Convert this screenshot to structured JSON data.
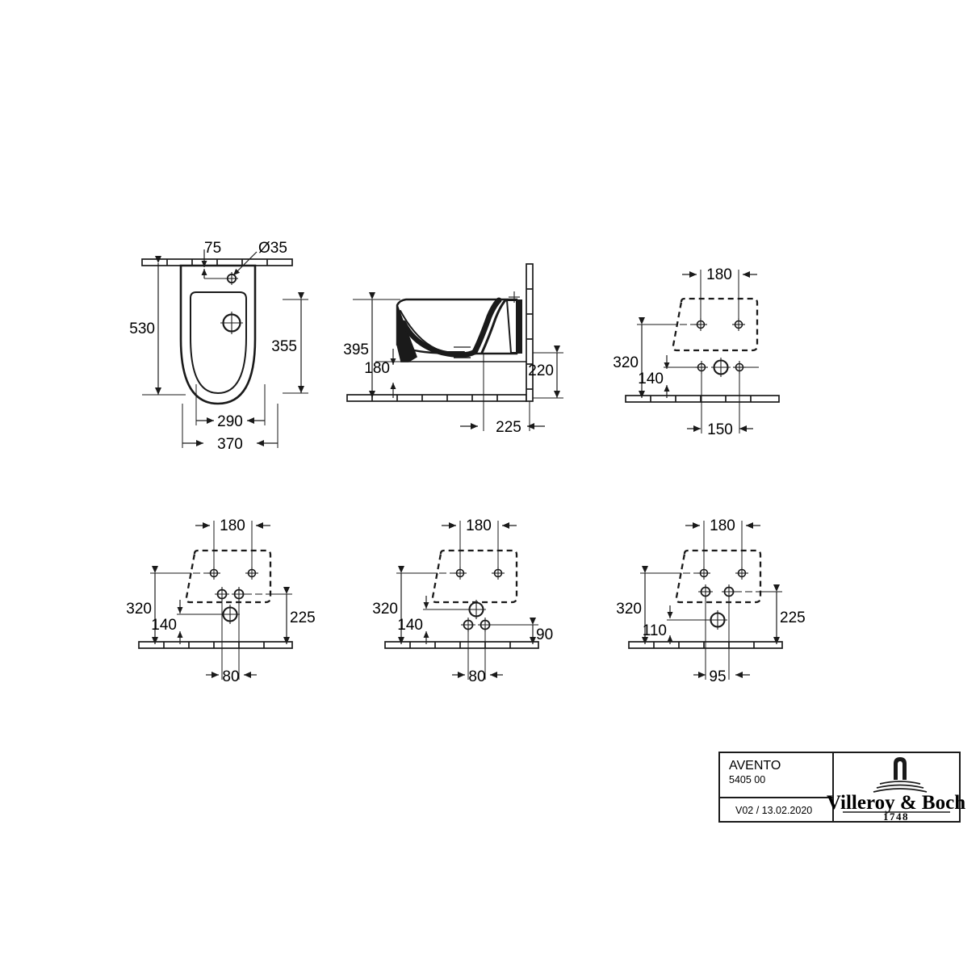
{
  "sheet": {
    "background": "#ffffff",
    "line_color": "#1a1a1a"
  },
  "views": {
    "front": {
      "name": "front-elevation",
      "dimensions": {
        "d75": "75",
        "dia35": "Ø35",
        "d530": "530",
        "d355": "355",
        "d290": "290",
        "d370": "370"
      }
    },
    "side": {
      "name": "side-elevation",
      "dimensions": {
        "d395": "395",
        "d180": "180",
        "d220": "220",
        "d225": "225"
      }
    },
    "mount_a": {
      "name": "mounting-plan-a",
      "dimensions": {
        "d180": "180",
        "d320": "320",
        "d140": "140",
        "d150": "150"
      }
    },
    "mount_b": {
      "name": "mounting-plan-b",
      "dimensions": {
        "d180": "180",
        "d320": "320",
        "d140": "140",
        "d225": "225",
        "d80": "80"
      }
    },
    "mount_c": {
      "name": "mounting-plan-c",
      "dimensions": {
        "d180": "180",
        "d320": "320",
        "d140": "140",
        "d90": "90",
        "d80": "80"
      }
    },
    "mount_d": {
      "name": "mounting-plan-d",
      "dimensions": {
        "d180": "180",
        "d320": "320",
        "d110": "110",
        "d225": "225",
        "d95": "95"
      }
    }
  },
  "title_block": {
    "product_name": "AVENTO",
    "article_number": "5405 00",
    "revision": "V02 / 13.02.2020",
    "brand_name": "Villeroy & Boch",
    "brand_year": "1748"
  }
}
